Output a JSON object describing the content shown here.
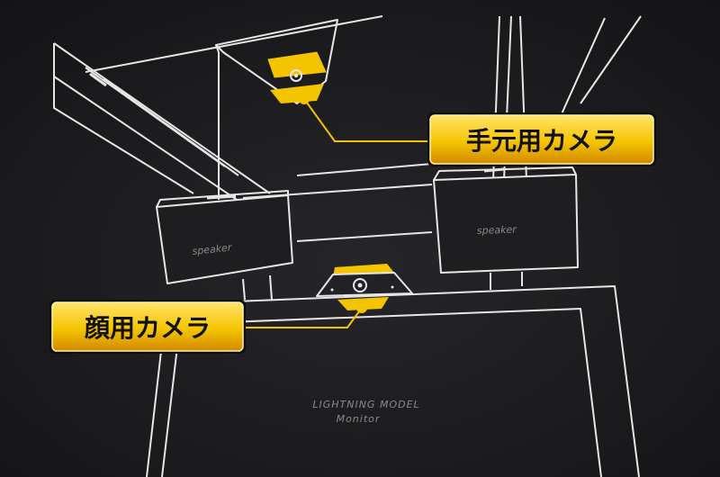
{
  "labels": {
    "hand_camera": "手元用カメラ",
    "face_camera": "顔用カメラ"
  },
  "embossed": {
    "speaker_left": "speaker",
    "speaker_right": "speaker",
    "monitor_line1": "LIGHTNING MODEL",
    "monitor_line2": "Monitor"
  },
  "colors": {
    "background": "#1b1b1d",
    "line": "#e6e6e6",
    "accent": "#f5c400",
    "accent_light": "#ffe46a",
    "accent_dark": "#d18a00",
    "label_text": "#111111",
    "embossed_text": "#8a8a8a"
  },
  "icons": [
    "camera-icon"
  ]
}
